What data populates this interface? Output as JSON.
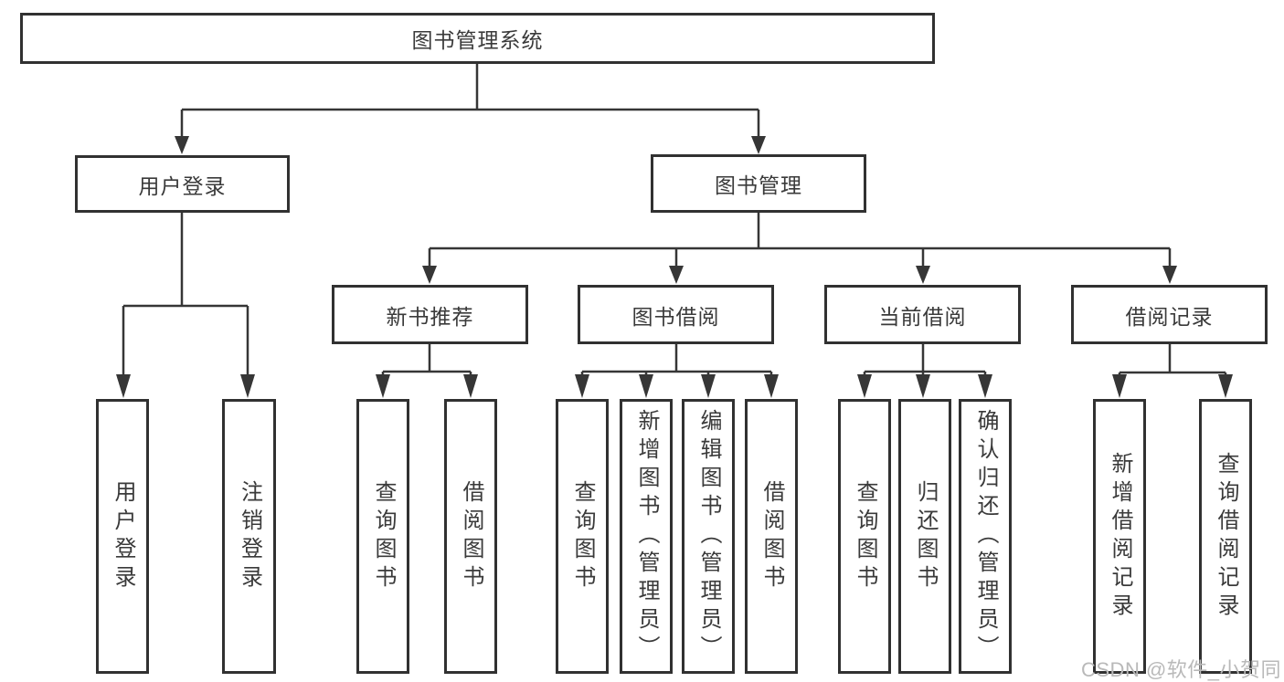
{
  "diagram": {
    "title": "图书管理系统",
    "branches": [
      {
        "label": "用户登录",
        "children": [
          "用户登录",
          "注销登录"
        ]
      },
      {
        "label": "图书管理",
        "groups": [
          {
            "label": "新书推荐",
            "children": [
              "查询图书",
              "借阅图书"
            ]
          },
          {
            "label": "图书借阅",
            "children": [
              "查询图书",
              "新增图书（管理员）",
              "编辑图书（管理员）",
              "借阅图书"
            ]
          },
          {
            "label": "当前借阅",
            "children": [
              "查询图书",
              "归还图书",
              "确认归还（管理员）"
            ]
          },
          {
            "label": "借阅记录",
            "children": [
              "新增借阅记录",
              "查询借阅记录"
            ]
          }
        ]
      }
    ]
  },
  "watermark": "CSDN @软件_小贺同学",
  "colors": {
    "line": "#363636",
    "box_border": "#313131",
    "text": "#3a3a3a",
    "watermark": "#b9b9b9",
    "background": "#ffffff"
  }
}
